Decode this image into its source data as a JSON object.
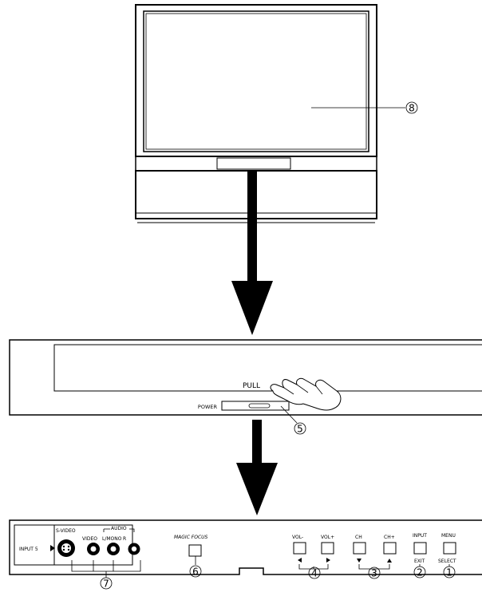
{
  "colors": {
    "ink": "#000000",
    "paper": "#ffffff"
  },
  "callouts": {
    "c1": "1",
    "c2": "2",
    "c3": "3",
    "c4": "4",
    "c5": "5",
    "c6": "6",
    "c7": "7",
    "c8": "8"
  },
  "door_panel": {
    "pull_label": "PULL",
    "power_label": "POWER",
    "hand_icon": "hand-pull-icon"
  },
  "control_panel": {
    "input5_label": "INPUT 5",
    "svideo_label": "S-VIDEO",
    "video_label": "VIDEO",
    "lmono_label": "L/MONO",
    "r_label": "R",
    "audio_label": "AUDIO",
    "magic_focus_label": "MAGIC FOCUS",
    "vol_minus_label": "VOL-",
    "vol_plus_label": "VOL+",
    "ch_down_label": "CH",
    "ch_up_label": "CH+",
    "input_label": "INPUT",
    "exit_label": "EXIT",
    "menu_label": "MENU",
    "select_label": "SELECT"
  }
}
